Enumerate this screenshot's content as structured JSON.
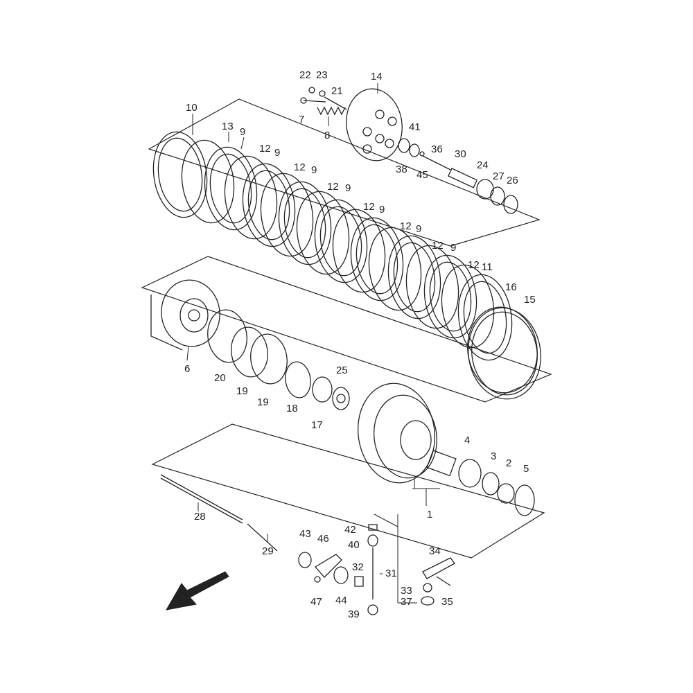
{
  "diagram": {
    "type": "exploded-parts-view",
    "colors": {
      "line": "#222222",
      "background": "#ffffff"
    },
    "callouts": {
      "c1": "1",
      "c2": "2",
      "c3": "3",
      "c4": "4",
      "c5": "5",
      "c6": "6",
      "c7": "7",
      "c8": "8",
      "c9": "9",
      "c10": "10",
      "c11": "11",
      "c12": "12",
      "c13": "13",
      "c14": "14",
      "c15": "15",
      "c16": "16",
      "c17": "17",
      "c18": "18",
      "c19": "19",
      "c20": "20",
      "c21": "21",
      "c22": "22",
      "c23": "23",
      "c24": "24",
      "c25": "25",
      "c26": "26",
      "c27": "27",
      "c28": "28",
      "c29": "29",
      "c30": "30",
      "c31": "31",
      "c32": "32",
      "c33": "33",
      "c34": "34",
      "c35": "35",
      "c36": "36",
      "c37": "37",
      "c38": "38",
      "c39": "39",
      "c40": "40",
      "c41": "41",
      "c42": "42",
      "c43": "43",
      "c44": "44",
      "c45": "45",
      "c46": "46",
      "c47": "47"
    },
    "direction_arrow": "front-direction-arrow"
  }
}
